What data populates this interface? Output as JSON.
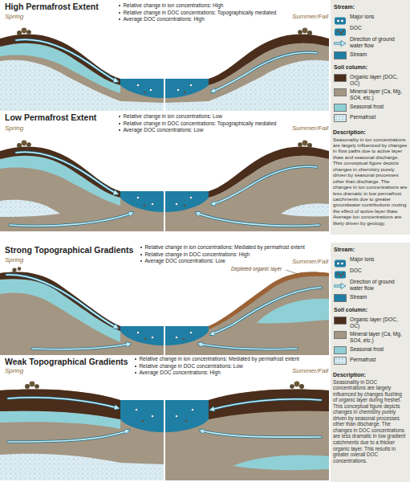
{
  "diagram": {
    "nodes": [
      {
        "text": [
          "Description:",
          "Seasonality in ion concentrations are largely influenced by changes in flow paths due to active layer thaw and seasonal discharge. This conceptual figure depicts changes in chemistry purely driven by seasonal processes other than discharge. The changes in ion concentrations are less dramatic in low permafrost catchments due to greater groundwater contributions muting the effect of active layer thaw. Average ion concentrations are likely driven by geology."
        ]
      },
      {
        "text": [
          "Description:",
          "Seasonality in DOC concentrations are largely influenced by changes flushing of organic layer during freshet. This conceptual figure depicts changes in chemistry purely driven by seasonal processes other than discharge. The changes in DOC concentrations are less dramatic in low gradient catchments due to a thicker organic layer. This results in greater overall DOC concentrations."
        ]
      }
    ],
    "labels": [
      "High Permafrost Extent",
      "Relative change in ion concentrations: High",
      "Relative change in DOC concentrations: Topographically mediated",
      "Average DOC concentrations: High",
      "Spring",
      "Summer/Fall",
      "Low Permafrost Extent",
      "Relative change in ion concentrations: Low",
      "Relative change in DOC concentrations: Topographically mediated",
      "Average DOC concentrations: Low",
      "Spring",
      "Summer/Fall",
      "Stream:",
      "Soil column:",
      "Strong Topographical Gradients",
      "Relative change in ion concentrations: Mediated by permafrost extent",
      "Relative change in DOC concentrations: High",
      "Average DOC concentrations: Low",
      "Spring",
      "Summer/Fall",
      "Depleted organic layer",
      "Weak Topographical Gradients",
      "Relative change in ion concentrations: Mediated by permafrost extent",
      "Relative change in DOC concentrations: Low",
      "Average DOC concentrations: High",
      "Spring",
      "Summer/Fall",
      "Stream:",
      "Soil column:"
    ],
    "legend": [
      {
        "text": "Major ions"
      },
      {
        "text": "DOC"
      },
      {
        "text": "Direction of ground water flow"
      },
      {
        "text": "Stream",
        "color": "#1f7ea4"
      },
      {
        "text": "Organic layer (DOC, OC)",
        "color": "#4a2d1b"
      },
      {
        "text": "Mineral layer (Ca, Mg, SO4, etc.)",
        "color": "#a39683"
      },
      {
        "text": "Seasonal frost",
        "color": "#8fd0d6"
      },
      {
        "text": "Permafrost",
        "color": "#dcecf2"
      },
      {
        "text": "Major ions"
      },
      {
        "text": "DOC"
      },
      {
        "text": "Direction of ground water flow"
      },
      {
        "text": "Stream",
        "color": "#1f7ea4"
      },
      {
        "text": "Organic layer (DOC, OC)",
        "color": "#4a2d1b"
      },
      {
        "text": "Mineral layer (Ca, Mg, SO4, etc.)",
        "color": "#a39683"
      },
      {
        "text": "Seasonal frost",
        "color": "#8fd0d6"
      },
      {
        "text": "Permafrost",
        "color": "#dcecf2"
      }
    ]
  }
}
